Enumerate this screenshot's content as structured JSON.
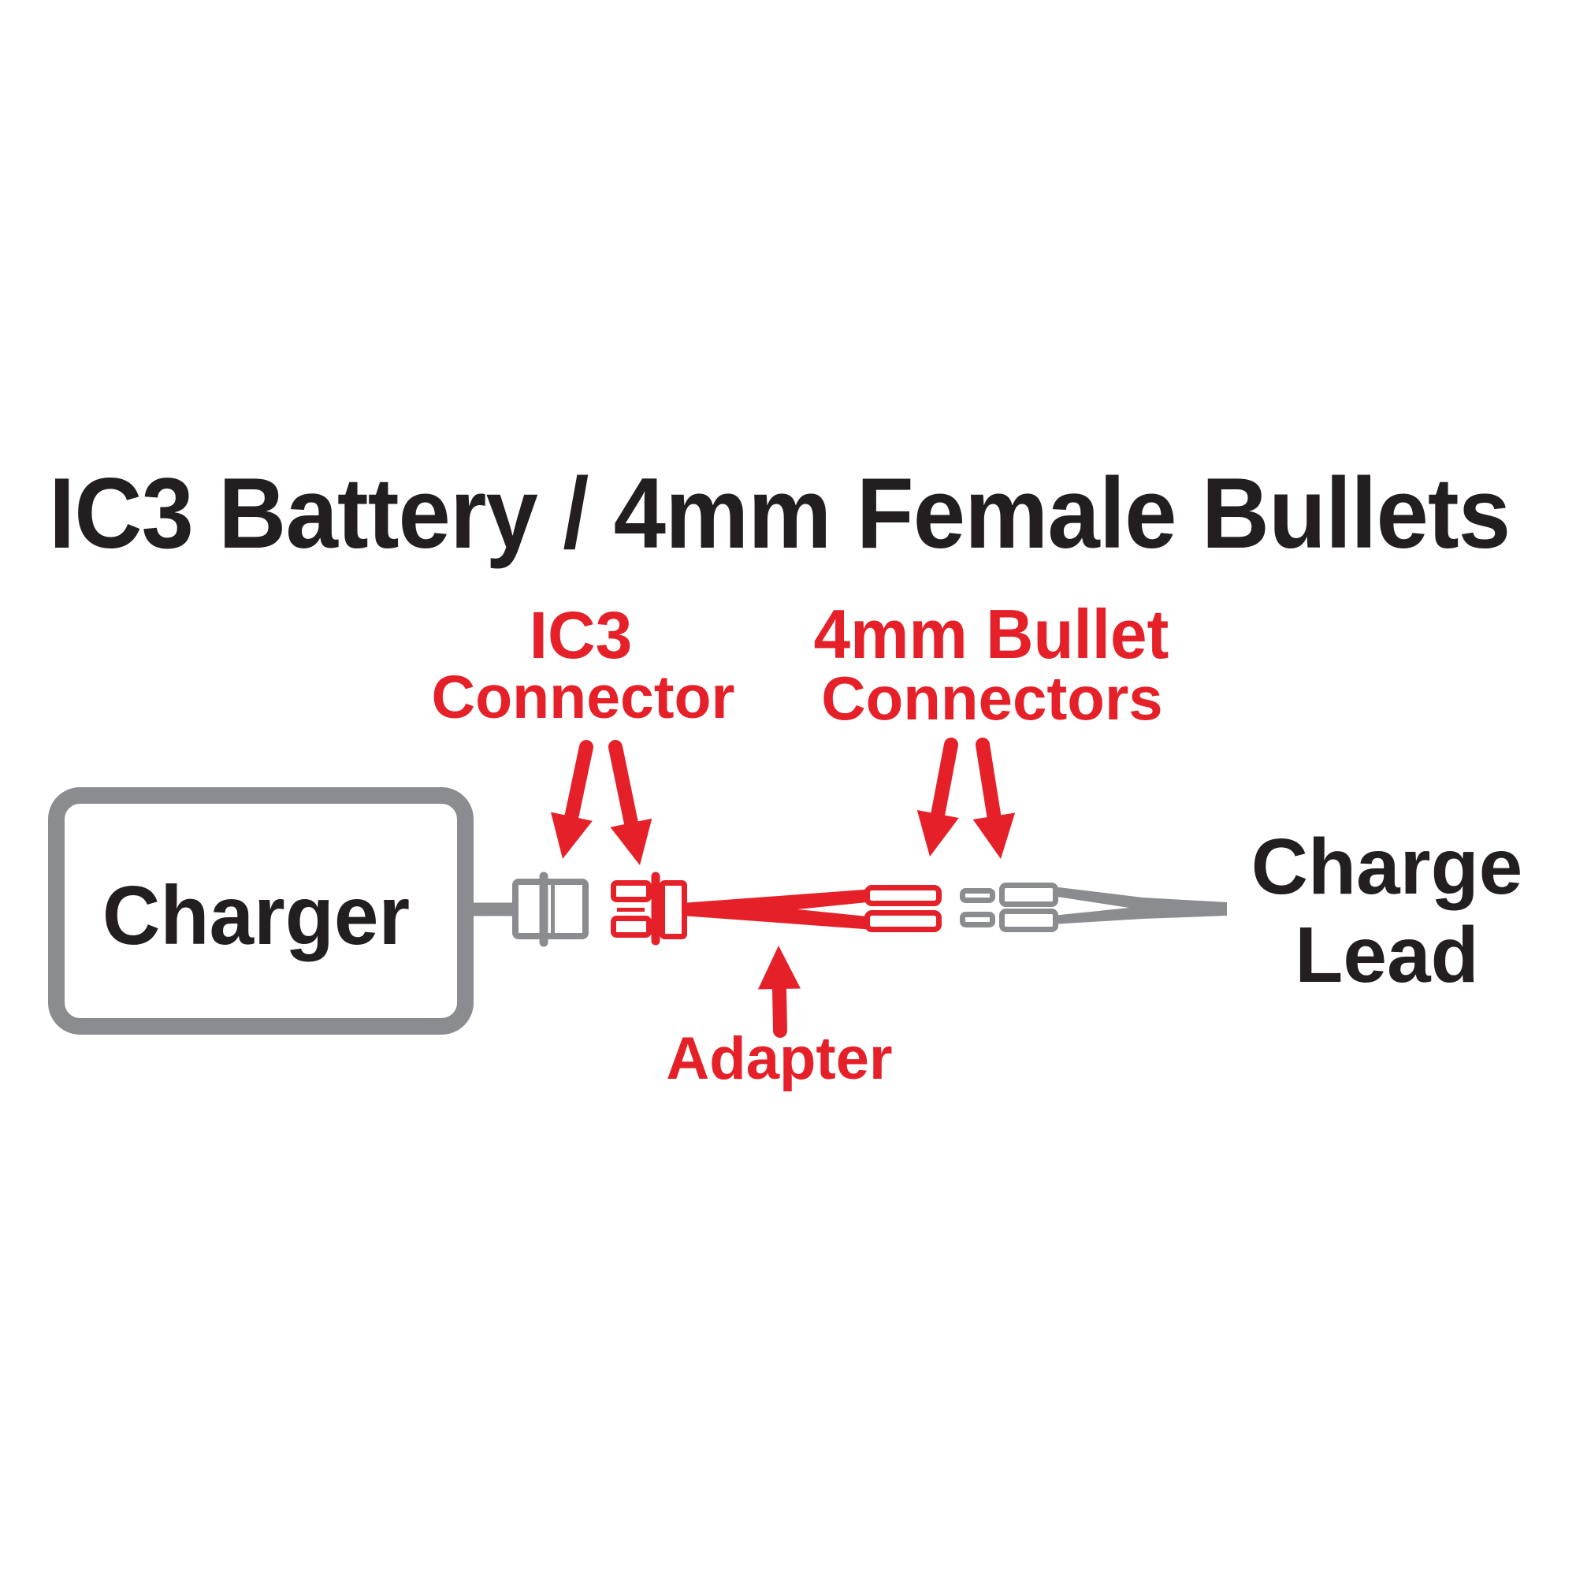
{
  "title": "IC3 Battery / 4mm Female Bullets",
  "callouts": {
    "ic3_connector": {
      "line1": "IC3",
      "line2": "Connector"
    },
    "bullet_connectors": {
      "line1": "4mm Bullet",
      "line2": "Connectors"
    },
    "adapter": {
      "label": "Adapter"
    }
  },
  "nodes": {
    "charger": {
      "label": "Charger"
    },
    "charge_lead": {
      "line1": "Charge",
      "line2": "Lead"
    }
  },
  "colors": {
    "red": "#E62028",
    "gray": "#8A8C8F",
    "black": "#231F20",
    "background": "#FFFFFF"
  }
}
